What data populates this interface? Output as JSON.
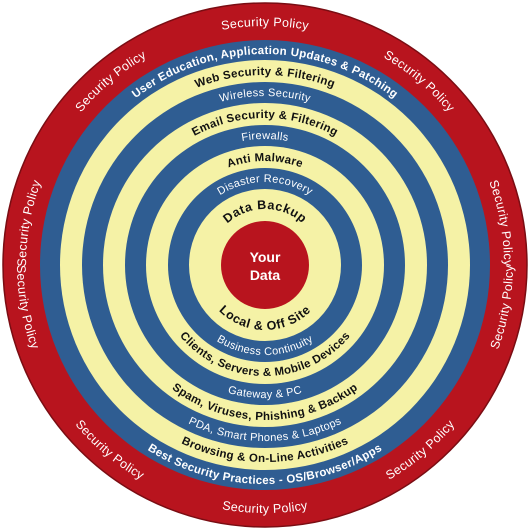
{
  "colors": {
    "red": "#b8141e",
    "blue": "#2f5d92",
    "cream": "#f5f2a6",
    "white_text": "#ffffff",
    "dark_text": "#111111"
  },
  "core": {
    "line1": "Your",
    "line2": "Data"
  },
  "security_policy_label": "Security Policy",
  "ring_labels": {
    "education_top": "User Education, Application Updates & Patching",
    "education_bottom": "Best Security Practices - OS/Browser/Apps",
    "web_top": "Web Security & Filtering",
    "web_bottom": "Browsing & On-Line Activities",
    "wireless_top": "Wireless Security",
    "wireless_bottom": "PDA, Smart Phones & Laptops",
    "email_top": "Email Security & Filtering",
    "email_bottom": "Spam, Viruses, Phishing & Backup",
    "firewalls_top": "Firewalls",
    "firewalls_bottom": "Gateway & PC",
    "malware_top": "Anti Malware",
    "malware_bottom": "Clients, Servers & Mobile Devices",
    "dr_top": "Disaster Recovery",
    "dr_bottom": "Business Continuity",
    "backup_top": "Data Backup",
    "backup_bottom": "Local & Off Site"
  }
}
